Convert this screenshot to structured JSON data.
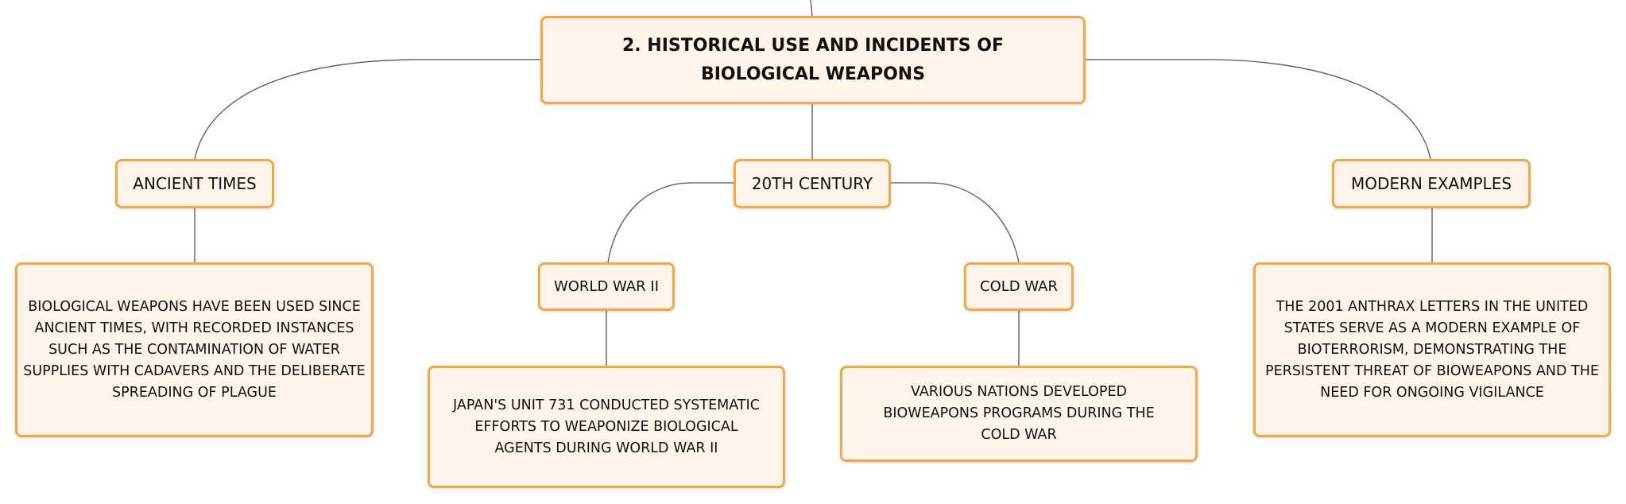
{
  "colors": {
    "node_fill": "#fef4ea",
    "node_border": "#f3a847",
    "connector": "#555555",
    "text": "#111111"
  },
  "diagram": {
    "root": "2. HISTORICAL USE AND INCIDENTS OF BIOLOGICAL WEAPONS",
    "ancient": {
      "label": "ANCIENT TIMES",
      "detail": "BIOLOGICAL WEAPONS HAVE BEEN USED SINCE ANCIENT TIMES, WITH RECORDED INSTANCES SUCH AS THE CONTAMINATION OF WATER SUPPLIES WITH CADAVERS AND THE DELIBERATE SPREADING OF PLAGUE"
    },
    "twentieth": {
      "label": "20TH CENTURY",
      "ww2": {
        "label": "WORLD WAR II",
        "detail": "JAPAN'S UNIT 731 CONDUCTED SYSTEMATIC EFFORTS TO WEAPONIZE BIOLOGICAL AGENTS DURING WORLD WAR II"
      },
      "coldwar": {
        "label": "COLD WAR",
        "detail": "VARIOUS NATIONS DEVELOPED BIOWEAPONS PROGRAMS DURING THE COLD WAR"
      }
    },
    "modern": {
      "label": "MODERN EXAMPLES",
      "detail": "THE 2001 ANTHRAX LETTERS IN THE UNITED STATES SERVE AS A MODERN EXAMPLE OF BIOTERRORISM, DEMONSTRATING THE PERSISTENT THREAT OF BIOWEAPONS AND THE NEED FOR ONGOING VIGILANCE"
    }
  }
}
